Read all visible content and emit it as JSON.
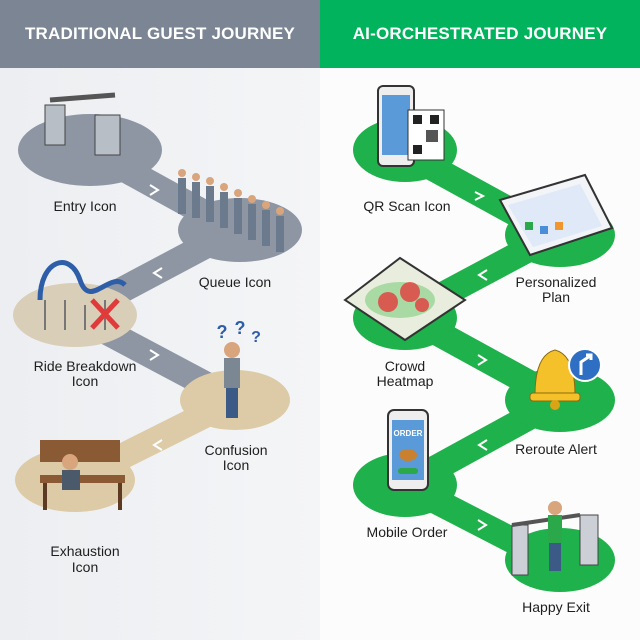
{
  "left": {
    "title": "TRADITIONAL GUEST JOURNEY",
    "steps": [
      {
        "label": [
          "Entry Icon"
        ]
      },
      {
        "label": [
          "Queue Icon"
        ]
      },
      {
        "label": [
          "Ride Breakdown",
          "Icon"
        ]
      },
      {
        "label": [
          "Confusion",
          "Icon"
        ]
      },
      {
        "label": [
          "Exhaustion",
          "Icon"
        ]
      }
    ]
  },
  "right": {
    "title": "AI-ORCHESTRATED JOURNEY",
    "steps": [
      {
        "label": [
          "QR Scan Icon"
        ]
      },
      {
        "label": [
          "Personalized",
          "Plan"
        ]
      },
      {
        "label": [
          "Crowd",
          "Heatmap"
        ]
      },
      {
        "label": [
          "Reroute Alert"
        ]
      },
      {
        "label": [
          "Mobile Order"
        ]
      },
      {
        "label": [
          "Happy Exit"
        ]
      }
    ],
    "mobile_order_screen_text": "ORDER"
  },
  "colors": {
    "gray_header": "#7b8594",
    "green_header": "#00b35c",
    "gray_path": "#8e96a3",
    "beige_path": "#dccba6",
    "green_path": "#1fb14b"
  }
}
